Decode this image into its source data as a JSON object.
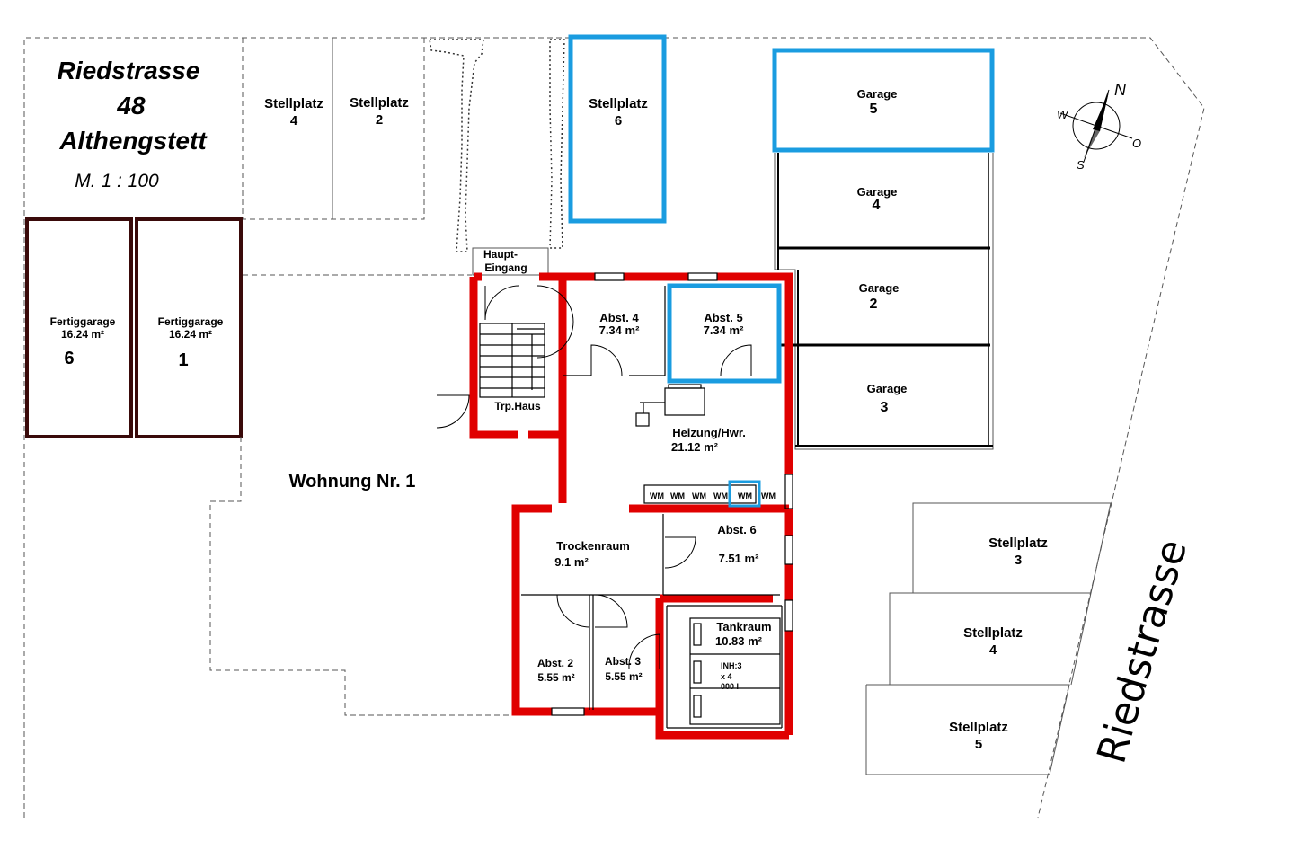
{
  "header": {
    "street": "Riedstrasse",
    "number": "48",
    "town": "Althengstett",
    "scale": "M. 1 : 100"
  },
  "compass": {
    "n": "N",
    "w": "W",
    "o": "O",
    "s": "S"
  },
  "street_label": "Riedstrasse",
  "parking_top": [
    {
      "label": "Stellplatz",
      "num": "4"
    },
    {
      "label": "Stellplatz",
      "num": "2"
    },
    {
      "label": "Stellplatz",
      "num": "6"
    }
  ],
  "parking_right": [
    {
      "label": "Stellplatz",
      "num": "3"
    },
    {
      "label": "Stellplatz",
      "num": "4"
    },
    {
      "label": "Stellplatz",
      "num": "5"
    }
  ],
  "garages": [
    {
      "label": "Garage",
      "num": "5"
    },
    {
      "label": "Garage",
      "num": "4"
    },
    {
      "label": "Garage",
      "num": "2"
    },
    {
      "label": "Garage",
      "num": "3"
    }
  ],
  "prefab": [
    {
      "label": "Fertiggarage",
      "area": "16.24 m²",
      "num": "6"
    },
    {
      "label": "Fertiggarage",
      "area": "16.24 m²",
      "num": "1"
    }
  ],
  "entrance": {
    "line1": "Haupt-",
    "line2": "Eingang"
  },
  "rooms": {
    "stair": "Trp.Haus",
    "abst4": {
      "name": "Abst. 4",
      "area": "7.34 m²"
    },
    "abst5": {
      "name": "Abst. 5",
      "area": "7.34 m²"
    },
    "heizung": {
      "name": "Heizung/Hwr.",
      "area": "21.12 m²"
    },
    "trocken": {
      "name": "Trockenraum",
      "area": "9.1 m²"
    },
    "abst6": {
      "name": "Abst. 6",
      "area": "7.51 m²"
    },
    "abst2": {
      "name": "Abst. 2",
      "area": "5.55 m²"
    },
    "abst3": {
      "name": "Abst. 3",
      "area": "5.55 m²"
    },
    "tank": {
      "name": "Tankraum",
      "area": "10.83 m²",
      "inh1": "INH:3",
      "inh2": "x 4",
      "inh3": "000 l"
    }
  },
  "wm": [
    "WM",
    "WM",
    "WM",
    "WM",
    "WM",
    "WM"
  ],
  "apartment": "Wohnung Nr. 1",
  "colors": {
    "wall": "#e00000",
    "highlight": "#1a9ce0",
    "garage_outline": "#3a0a0a"
  }
}
